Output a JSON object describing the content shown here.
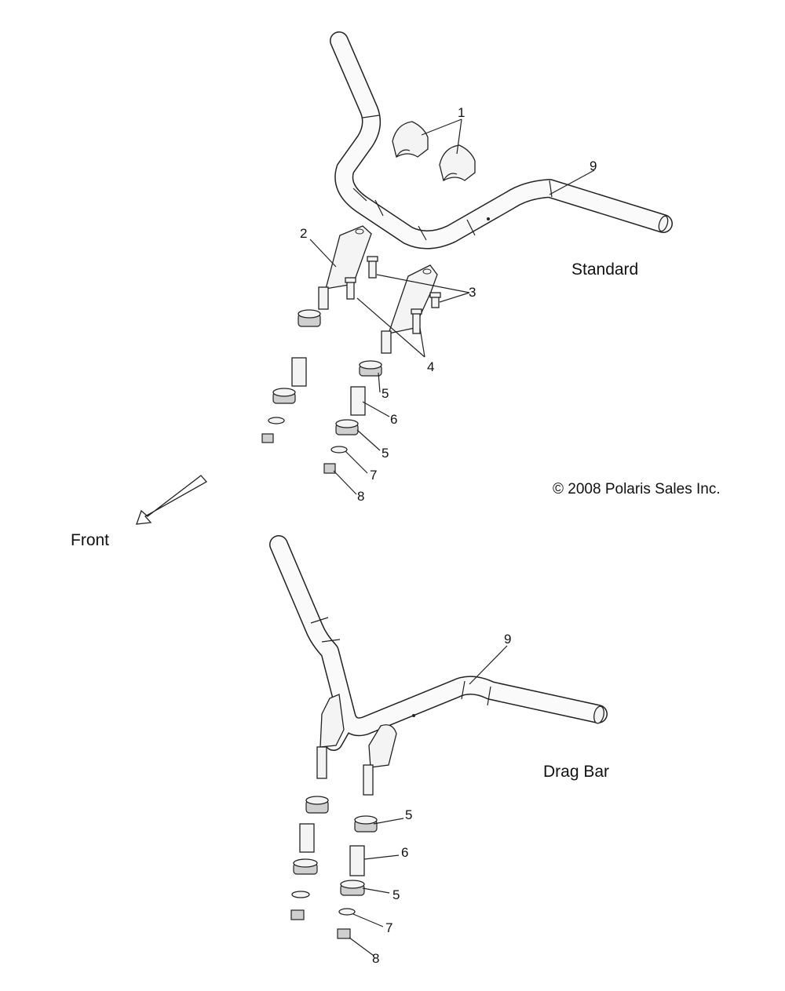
{
  "labels": {
    "standard": "Standard",
    "drag_bar": "Drag Bar",
    "front": "Front",
    "copyright": "© 2008 Polaris Sales Inc."
  },
  "callouts": {
    "top": {
      "c1": "1",
      "c2": "2",
      "c3": "3",
      "c4": "4",
      "c5a": "5",
      "c6": "6",
      "c5b": "5",
      "c7": "7",
      "c8": "8",
      "c9": "9"
    },
    "bottom": {
      "c9": "9",
      "c5a": "5",
      "c6": "6",
      "c5b": "5",
      "c7": "7",
      "c8": "8"
    }
  }
}
